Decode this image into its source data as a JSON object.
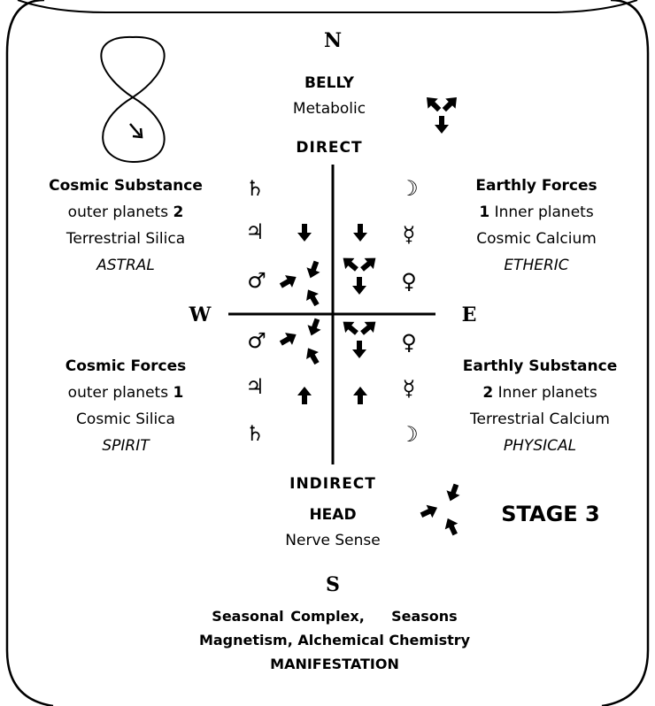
{
  "compass": {
    "north": "N",
    "south": "S",
    "west": "W",
    "east": "E"
  },
  "top": {
    "belly": "BELLY",
    "metabolic": "Metabolic",
    "direct": "DIRECT"
  },
  "bottom": {
    "indirect": "INDIRECT",
    "head": "HEAD",
    "nerve": "Nerve Sense"
  },
  "stage": "STAGE 3",
  "nw": {
    "title": "Cosmic Substance",
    "line2_text": "outer planets ",
    "line2_num": "2",
    "line3": "Terrestrial Silica",
    "body": "ASTRAL"
  },
  "ne": {
    "title": "Earthly Forces",
    "line2_num": "1",
    "line2_text": " Inner planets",
    "line3": "Cosmic Calcium",
    "body": "ETHERIC"
  },
  "sw": {
    "title": "Cosmic Forces",
    "line2_text": "outer planets ",
    "line2_num": "1",
    "line3": "Cosmic Silica",
    "body": "SPIRIT"
  },
  "se": {
    "title": "Earthly Substance",
    "line2_num": "2",
    "line2_text": " Inner planets",
    "line3": "Terrestrial Calcium",
    "body": "PHYSICAL"
  },
  "planets": {
    "saturn": "♄",
    "jupiter": "♃",
    "mars": "♂",
    "moon": "☽",
    "mercury": "☿",
    "venus": "♀"
  },
  "footer": {
    "line1a": "Seasonal Complex,",
    "line1b": "Seasons",
    "line2": "Magnetism,  Alchemical Chemistry",
    "line3": "MANIFESTATION"
  },
  "icons": [
    "figure-eight-icon",
    "arrow-icon"
  ]
}
